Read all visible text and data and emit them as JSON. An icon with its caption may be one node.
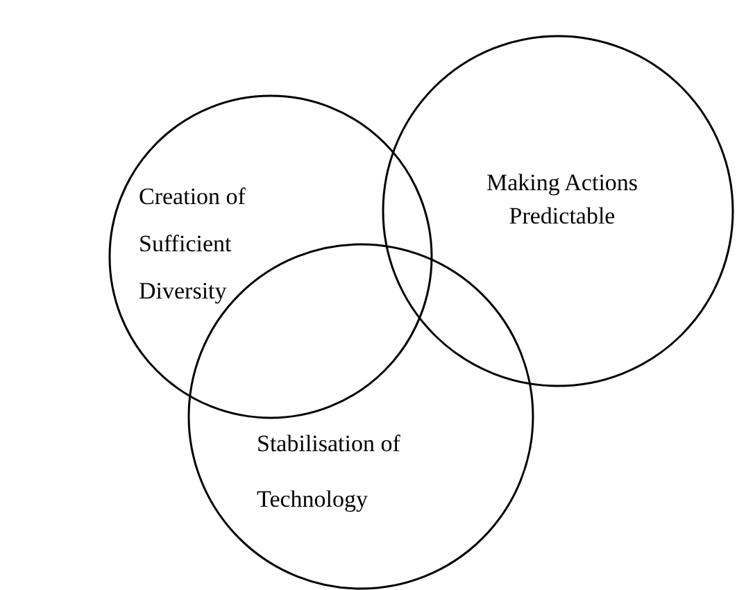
{
  "diagram": {
    "nodes": [
      {
        "text": [
          "Creation of Sufficient Diversity"
        ]
      },
      {
        "text": [
          "Making Actions Predictable"
        ]
      },
      {
        "text": [
          "Stabilisation of Technology"
        ]
      }
    ]
  }
}
